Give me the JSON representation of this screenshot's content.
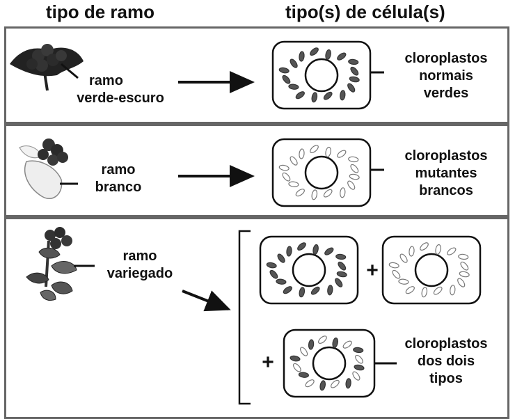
{
  "headers": {
    "left": "tipo de ramo",
    "right": "tipo(s) de célula(s)"
  },
  "rows": [
    {
      "branch_label": [
        "ramo",
        "verde-escuro"
      ],
      "cell_label": [
        "cloroplastos",
        "normais",
        "verdes"
      ]
    },
    {
      "branch_label": [
        "ramo",
        "branco"
      ],
      "cell_label": [
        "cloroplastos",
        "mutantes",
        "brancos"
      ]
    },
    {
      "branch_label": [
        "ramo",
        "variegado"
      ],
      "cell_label": [
        "cloroplastos",
        "dos dois",
        "tipos"
      ],
      "plus_signs": [
        "+",
        "+"
      ]
    }
  ],
  "colors": {
    "green_chloroplast": "#555555",
    "white_chloroplast": "#ffffff",
    "border": "#666666"
  }
}
